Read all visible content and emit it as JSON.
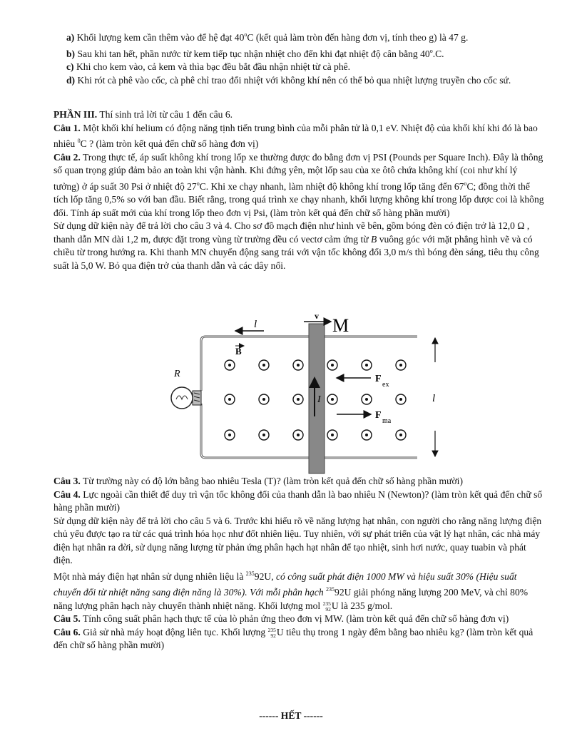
{
  "items": [
    {
      "label": "a)",
      "text": "Khối lượng kem cần thêm vào để hệ đạt 40",
      "unit": "C (kết quả làm tròn đến hàng đơn vị, tính theo g) là 47 g."
    },
    {
      "label": "b)",
      "text": "Sau khi tan hết, phần nước từ kem tiếp tục nhận nhiệt cho đến khi đạt nhiệt độ cân bằng 40",
      "unit": ".C."
    },
    {
      "label": "c)",
      "text": "Khi cho kem vào, cả kem và thìa bạc đều bắt đầu nhận nhiệt từ cà phê."
    },
    {
      "label": "d)",
      "text": "Khi rót cà phê vào cốc, cà phê chỉ trao đổi nhiệt với không khí nên có thể bỏ qua nhiệt lượng truyền cho cốc sứ."
    }
  ],
  "part3": {
    "title": "PHẦN III.",
    "intro": "Thí sinh trả lời từ câu 1 đến câu 6.",
    "q1_label": "Câu 1.",
    "q1_a": "Một khối khí helium có động năng tịnh tiến trung bình của mỗi phân tử là 0,1 eV. Nhiệt độ của khối khí khi đó là bao nhiêu ",
    "q1_sup": "0",
    "q1_b": "C ? (làm tròn kết quả đến chữ số hàng đơn vị)",
    "q2_label": "Câu 2.",
    "q2_a": "Trong thực tế, áp suất không khí trong lốp xe thường được đo bằng đơn vị PSI (Pounds per Square Inch). Đây là thông số quan trọng giúp đảm bảo an toàn khi vận hành. Khi đứng yên, một lốp sau của xe ôtô chứa không khí (coi như khí lý tưởng) ở áp suất 30 Psi ở nhiệt độ 27",
    "q2_b": "C. Khi xe chạy nhanh, làm nhiệt độ không khí trong lốp tăng đến 67",
    "q2_c": "C; đồng thời thể tích lốp tăng 0,5% so với ban đầu. Biết rằng, trong quá trình xe chạy nhanh, khối lượng không khí trong lốp được coi là không đổi. Tính áp suất mới của khí trong lốp theo đơn vị Psi, (làm tròn kết quả đến chữ số hàng phần mười)",
    "ctx34_a": "Sử dụng dữ kiện này để trả lời cho câu 3 và 4. Cho sơ đồ mạch điện như hình vẽ bên, gồm bóng đèn có điện trở là 12,0 Ω , thanh dẫn MN dài 1,2 m, được đặt trong vùng từ trường đều có vectơ cảm ứng từ ",
    "ctx34_B": "B",
    "ctx34_b": " vuông góc với mặt phẳng hình vẽ và có chiều từ trong hướng ra. Khi thanh MN chuyển động sang trái với vận tốc không đổi 3,0 m/s thì bóng đèn sáng, tiêu thụ công suất là 5,0 W. Bỏ qua điện trở của thanh dẫn và các dây nối.",
    "q3_label": "Câu 3.",
    "q3": "Từ trường này có độ lớn bằng bao nhiêu Tesla (T)? (làm tròn kết quả đến chữ số hàng phần mười)",
    "q4_label": "Câu 4.",
    "q4": "Lực ngoài cần thiết để duy trì vận tốc không đổi của thanh dẫn là bao nhiêu N (Newton)? (làm tròn kết quả đến chữ số hàng phần mười)",
    "ctx56": "Sử dụng dữ kiện này để trả lời cho câu 5 và 6. Trước khi hiểu rõ về năng lượng hạt nhân, con người cho rằng năng lượng điện chủ yếu được tạo ra từ các quá trình hóa học như đốt nhiên liệu. Tuy nhiên, với sự phát triển của vật lý hạt nhân, các nhà máy điện hạt nhân ra đời, sử dụng năng lượng từ phản ứng phân hạch hạt nhân để tạo nhiệt, sinh hơi nước, quay tuabin và phát điện.",
    "plant_a": "Một nhà máy điện hạt nhân sử dụng nhiên liệu là ",
    "mass_num": "235",
    "atomic_num": "92",
    "u92": "92U",
    "u": "U",
    "plant_b": ", có công suất phát điện 1000 MW và hiệu suất 30% (Hiệu suất chuyển đổi từ nhiệt năng sang điện năng là 30%). Với mỗi phân hạch ",
    "plant_c": " giải phóng năng lượng 200 MeV, và chỉ 80% năng lượng phân hạch này chuyển thành nhiệt năng. Khối lượng mol ",
    "plant_d": " là 235 g/mol.",
    "q5_label": "Câu 5.",
    "q5": "Tính công suất phân hạch thực tế của lò phản ứng theo đơn vị MW. (làm tròn kết quả đến chữ số hàng đơn vị)",
    "q6_label": "Câu 6.",
    "q6_a": "Giả sử nhà máy hoạt động liên tục. Khối lượng ",
    "q6_b": " tiêu thụ trong 1 ngày đêm bằng bao nhiêu kg? (làm tròn kết quả đến chữ số hàng phần mười)"
  },
  "figure": {
    "v": "v",
    "M": "M",
    "l": "l",
    "B": "B",
    "R": "R",
    "I": "I",
    "F": "F",
    "ex": "ex",
    "ma": "ma"
  },
  "end_text": "------ HẾT ------"
}
